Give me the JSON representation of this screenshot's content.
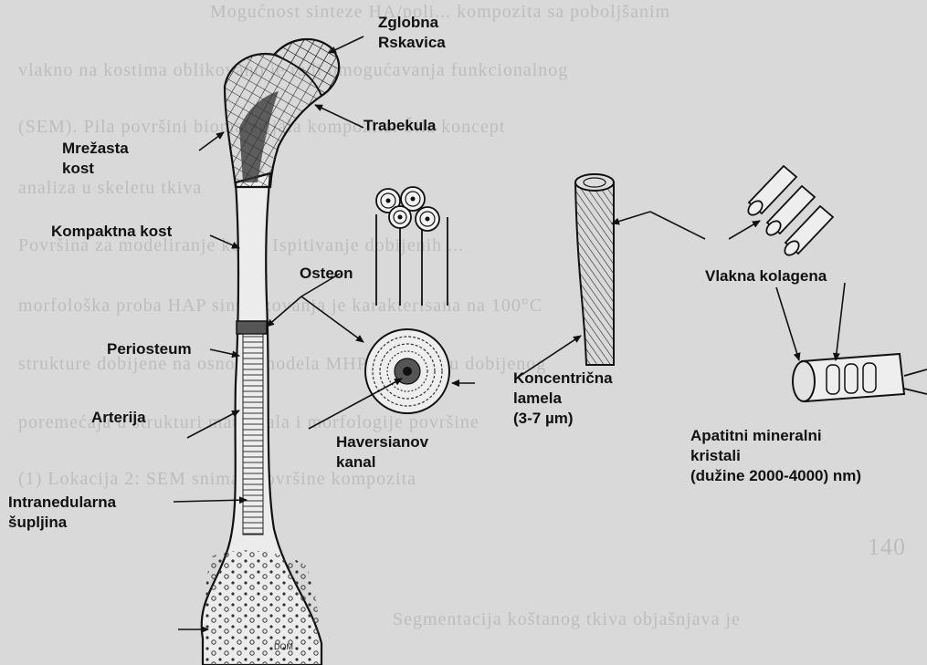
{
  "labels": {
    "zglobna_rskavica": [
      "Zglobna",
      "Rskavica"
    ],
    "trabekula": "Trabekula",
    "mrezasta_kost": [
      "Mrežasta",
      "kost"
    ],
    "kompaktna_kost": "Kompaktna kost",
    "osteon": "Osteon",
    "periosteum": "Periosteum",
    "arterija": "Arterija",
    "intramedularna_supljina": [
      "Intranedularna",
      "šupljina"
    ],
    "haversianov_kanal": [
      "Haversianov",
      "kanal"
    ],
    "koncentricna_lamela": [
      "Koncentrična",
      "lamela",
      "(3-7 µm)"
    ],
    "vlakna_kolagena": "Vlakna kolagena",
    "apatitni_kristali": [
      "Apatitni mineralni",
      "kristali",
      "(dužine 2000-4000) nm)"
    ]
  },
  "background_text": [
    "Mogućnost sinteze HA/poli... kompozita sa poboljšanim",
    "vlakno na kostima oblikovano je radi omogućavanja funkcionalnog",
    "(SEM). Pila površini biomaterijala kompozita. Šila koncept",
    "analiza u skeletu tkiva",
    "Površina za modeliranje kosti. Ispitivanje dobijenih ...",
    "morfološka proba HAP sintetizovanja je karakterisana na 100°C",
    "strukture dobijene na osnovu modela MHP, na osnovu dobijenog",
    "poremećaja u strukturi materijala i morfologije površine",
    "(1) Lokacija 2: SEM snimak površine kompozita",
    "140",
    "Segmentacija koštanog tkiva objašnjava je"
  ]
}
